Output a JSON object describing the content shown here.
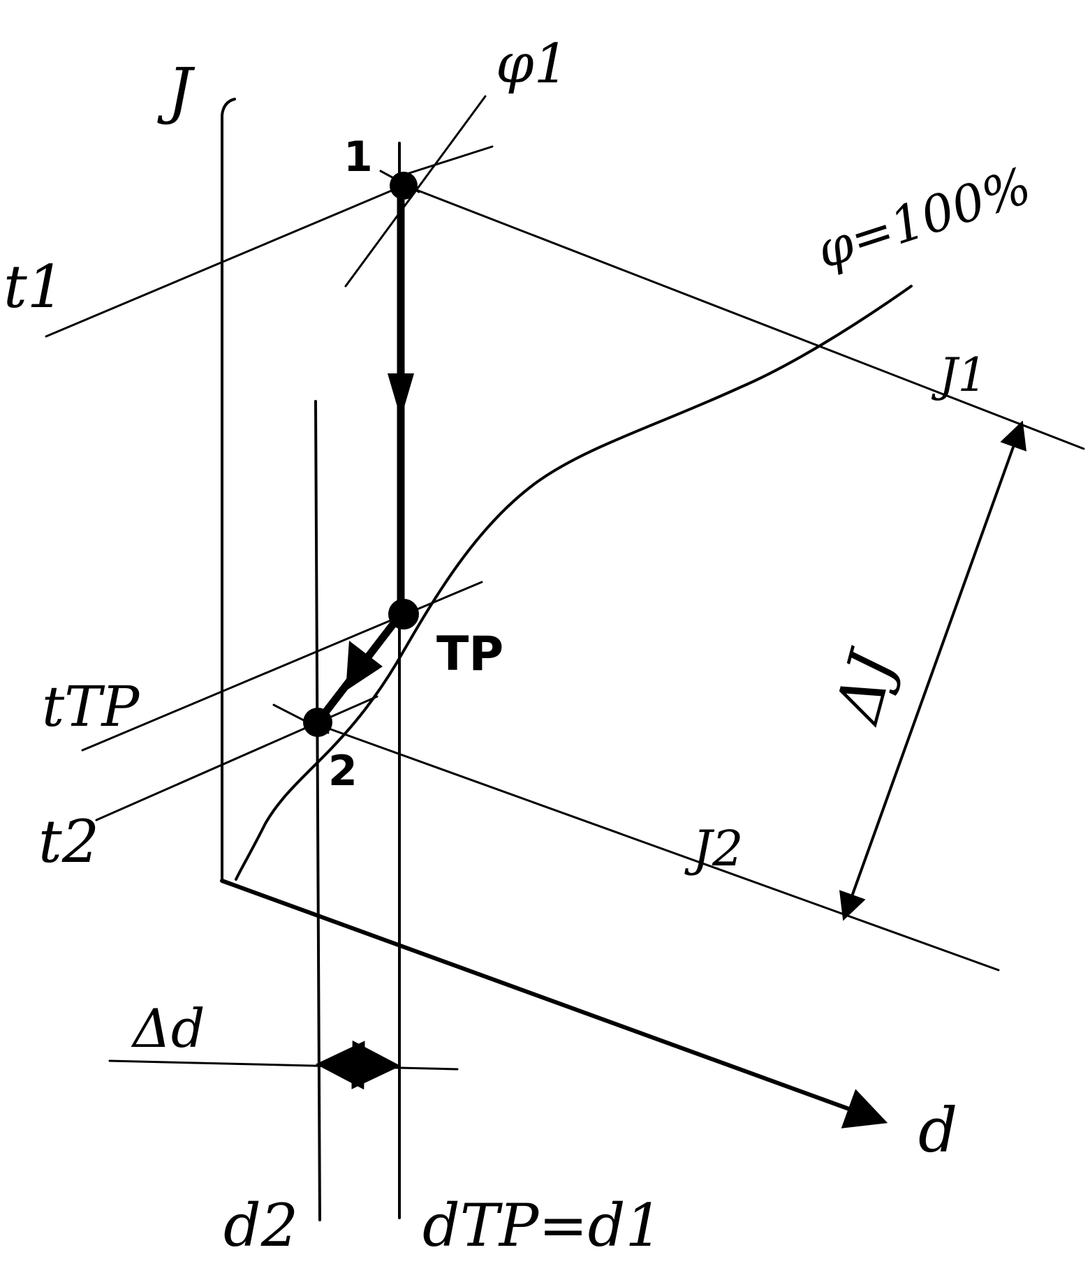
{
  "labels": {
    "axis_i": "J",
    "axis_d": "d",
    "phi1": "φ1",
    "phi100": "φ=100%",
    "point1": "1",
    "point2": "2",
    "point_tp": "TP",
    "t1": "t1",
    "t_tp": "tTP",
    "t2": "t2",
    "i1": "J1",
    "i2": "J2",
    "delta_i": "ΔJ",
    "delta_d": "Δd",
    "d2": "d2",
    "dtp_eq_d1": "dTP=d1"
  }
}
